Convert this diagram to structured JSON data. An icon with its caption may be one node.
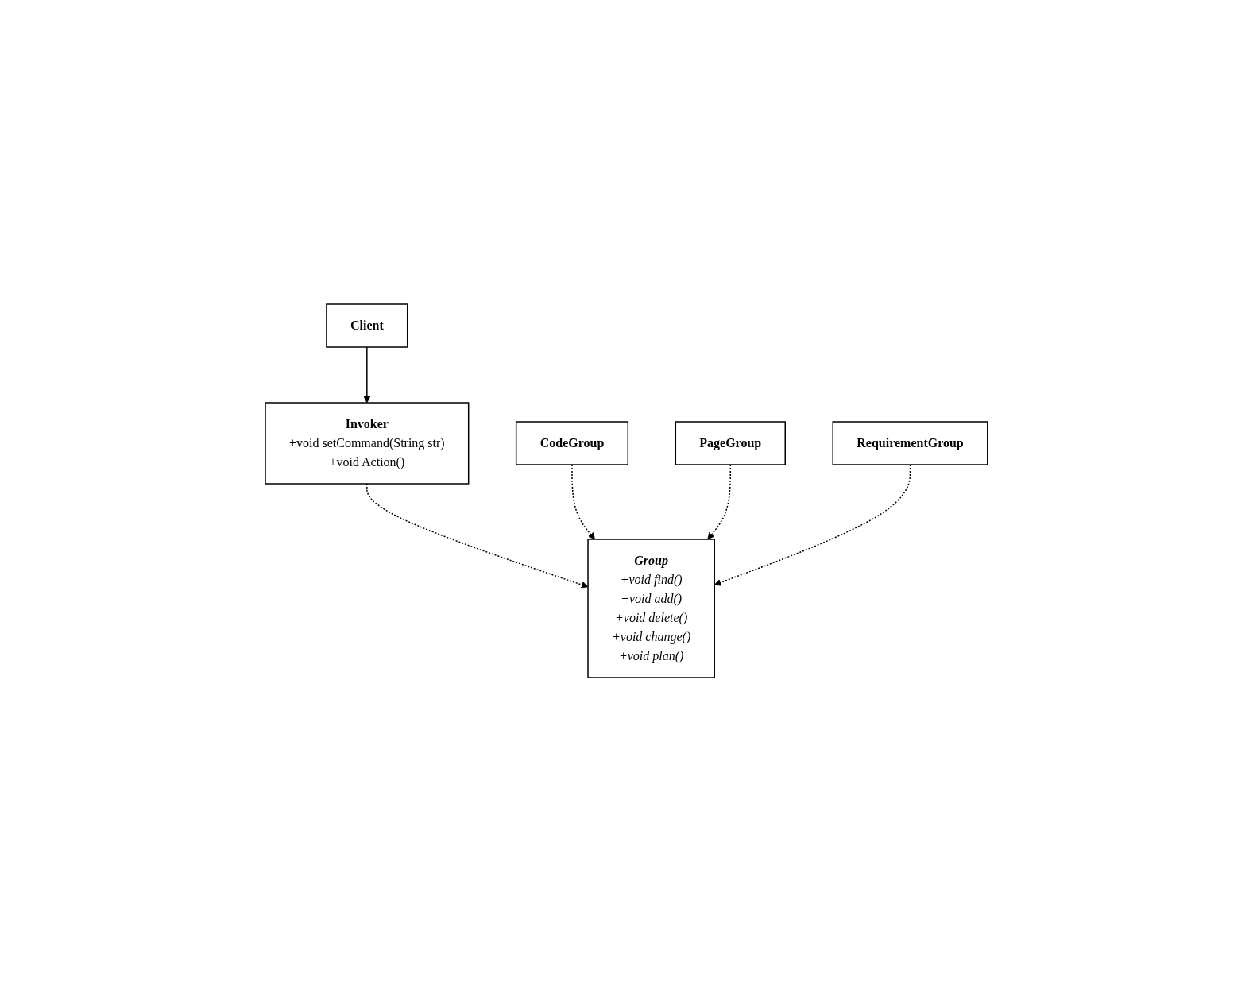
{
  "diagram": {
    "nodes": [
      {
        "text": [
          "Invoker",
          "+void setCommand(String str)",
          "+void Action()"
        ]
      },
      {
        "text": [
          "Client"
        ]
      },
      {
        "text": [
          "Group",
          "+void find()",
          "+void add()",
          "+void delete()",
          "+void change()",
          "+void plan()"
        ]
      },
      {
        "text": [
          "CodeGroup"
        ]
      },
      {
        "text": [
          "PageGroup"
        ]
      },
      {
        "text": [
          "RequirementGroup"
        ]
      }
    ],
    "edges": [
      {
        "from": 1,
        "to": 0,
        "arrow": "to"
      },
      {
        "from": 0,
        "to": 2,
        "arrow": "to",
        "style": "dashed"
      },
      {
        "from": 3,
        "to": 2,
        "arrow": "to",
        "style": "dashed"
      },
      {
        "from": 4,
        "to": 2,
        "arrow": "to",
        "style": "dashed"
      },
      {
        "from": 5,
        "to": 2,
        "arrow": "to",
        "style": "dashed"
      }
    ]
  }
}
